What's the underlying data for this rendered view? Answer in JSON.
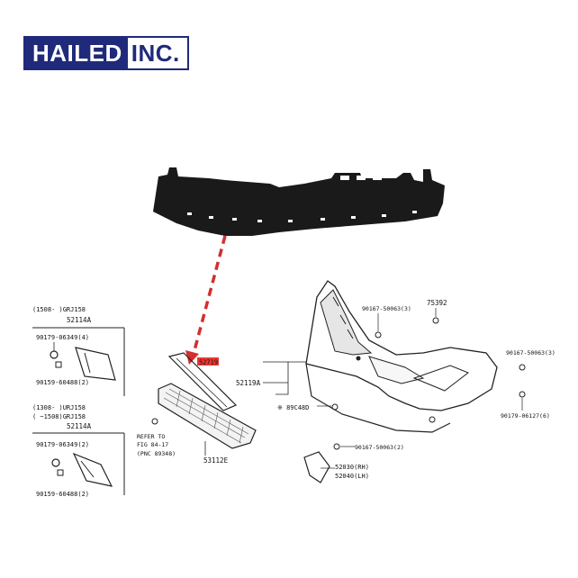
{
  "logo": {
    "part1": "HAILED",
    "part2": "INC."
  },
  "colors": {
    "brand": "#1f2a7a",
    "highlight": "#e53935",
    "arrow": "#d32f2f"
  },
  "labels": {
    "box1_range": "(1508-   )GRJ158",
    "box1_part": "52114A",
    "box1_bolt": "90179-06349(4)",
    "box1_clip": "90159-60488(2)",
    "box2_range": "(1308-   )URJ158",
    "box2_range2": "(   ~1508)GRJ158",
    "box2_part": "52114A",
    "box2_bolt": "90179-06349(2)",
    "box2_clip": "90159-60488(2)",
    "refer1": "REFER TO",
    "refer2": "FIG 84-17",
    "refer3": "(PNC 89348)",
    "grille": "53112E",
    "highlighted": "52719",
    "bumper_cover": "52119A",
    "sensor": "※ 89C48D",
    "screw_top": "90167-50063(3)",
    "clip_top": "75392",
    "screw_right": "90167-50063(3)",
    "bolt_right": "90179-06127(6)",
    "screw_bottom": "90167-50063(2)",
    "bracket_rh": "52030(RH)",
    "bracket_lh": "52040(LH)"
  }
}
